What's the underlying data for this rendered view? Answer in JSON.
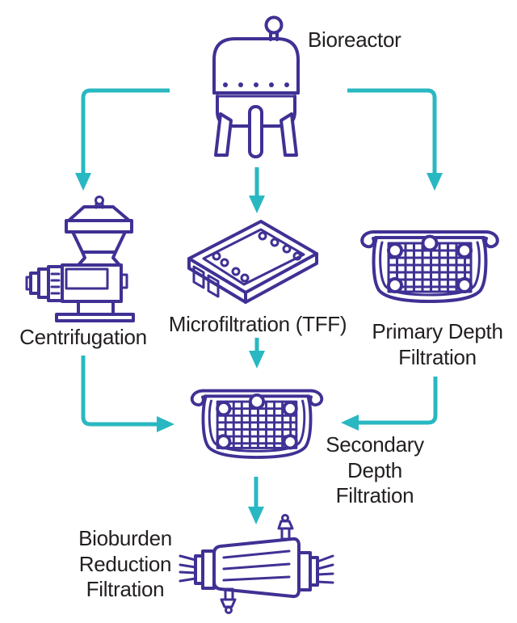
{
  "colors": {
    "arrow_teal": "#29b8c2",
    "icon_purple": "#3f3194",
    "label_text": "#231f20",
    "background": "#ffffff"
  },
  "diagram": {
    "type": "process-flow-diagram",
    "nodes": {
      "bioreactor": {
        "label": "Bioreactor"
      },
      "centrifugation": {
        "label": "Centrifugation"
      },
      "microfiltration": {
        "label": "Microfiltration (TFF)"
      },
      "primary_depth_filtration": {
        "lines": [
          "Primary Depth",
          "Filtration"
        ]
      },
      "secondary_depth_filtration": {
        "lines": [
          "Secondary",
          "Depth",
          "Filtration"
        ]
      },
      "bioburden_reduction_filtration": {
        "lines": [
          "Bioburden",
          "Reduction",
          "Filtration"
        ]
      }
    },
    "edges": [
      {
        "from": "Bioreactor",
        "to": "Centrifugation"
      },
      {
        "from": "Bioreactor",
        "to": "Microfiltration (TFF)"
      },
      {
        "from": "Bioreactor",
        "to": "Primary Depth Filtration"
      },
      {
        "from": "Centrifugation",
        "to": "Secondary Depth Filtration"
      },
      {
        "from": "Microfiltration (TFF)",
        "to": "Secondary Depth Filtration"
      },
      {
        "from": "Primary Depth Filtration",
        "to": "Secondary Depth Filtration"
      },
      {
        "from": "Secondary Depth Filtration",
        "to": "Bioburden Reduction Filtration"
      }
    ]
  }
}
